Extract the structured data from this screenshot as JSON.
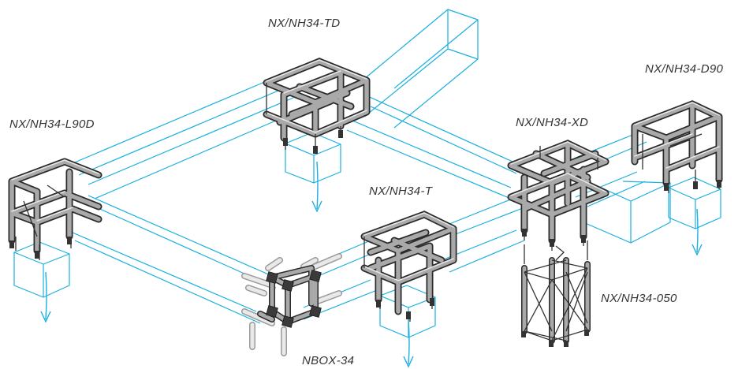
{
  "labels": {
    "td": "NX/NH34-TD",
    "d90": "NX/NH34-D90",
    "l90d": "NX/NH34-L90D",
    "xd": "NX/NH34-XD",
    "t": "NX/NH34-T",
    "o50": "NX/NH34-050",
    "nbox": "NBOX-34"
  },
  "colors": {
    "guide_lines": "#1ab0e0",
    "tubes": "#2b2b2b",
    "labels": "#333333"
  }
}
